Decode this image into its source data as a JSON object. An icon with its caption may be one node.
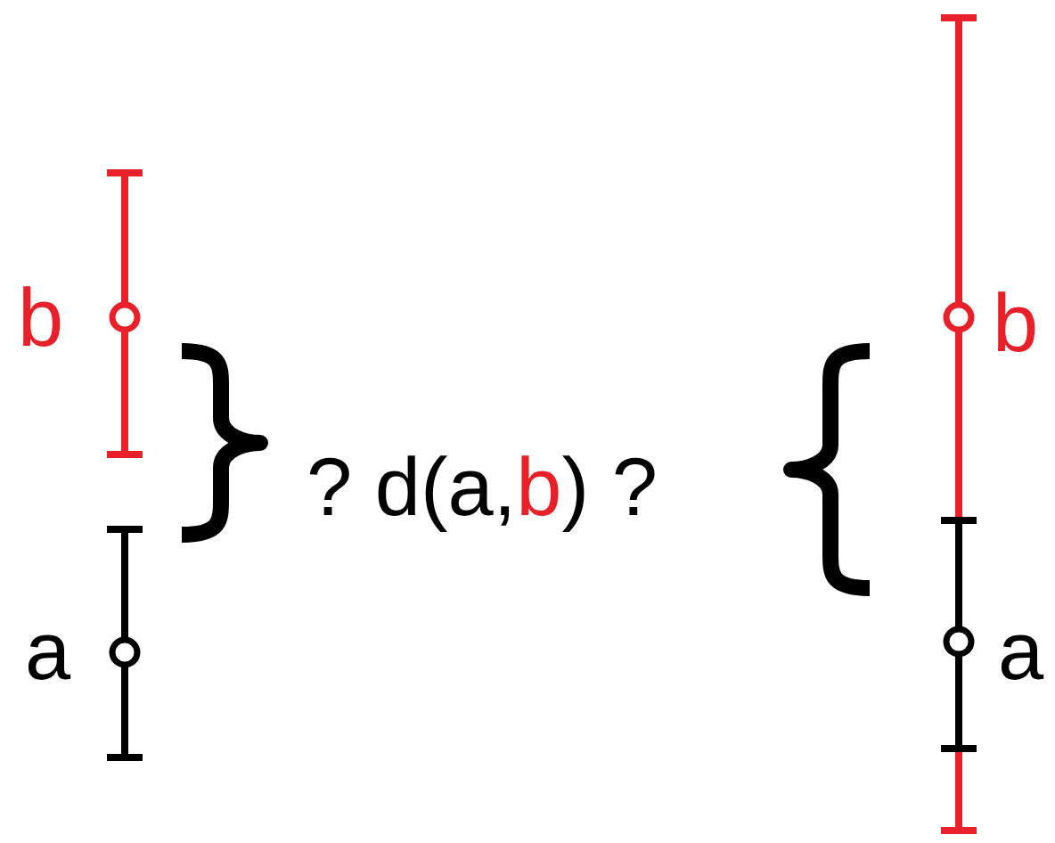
{
  "diagram": {
    "labels": [
      "b",
      "b",
      "? d(a,",
      "b",
      ") ?",
      "a",
      "a"
    ]
  }
}
